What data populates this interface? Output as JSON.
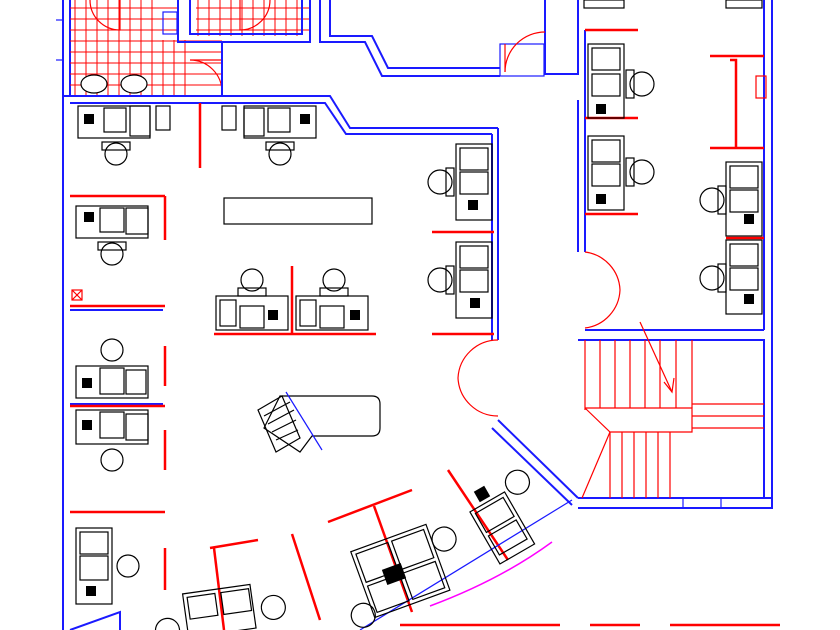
{
  "drawing": {
    "type": "office floor plan",
    "colors": {
      "walls": "#1a1aff",
      "partitions": "#ff0000",
      "furniture": "#000000",
      "counter_edge": "#ff00ff",
      "background": "#ffffff"
    },
    "icons": [
      "workstation-desk",
      "office-chair",
      "computer-monitor",
      "telephone",
      "door-swing",
      "staircase",
      "toilet-fixture",
      "reception-counter"
    ]
  }
}
